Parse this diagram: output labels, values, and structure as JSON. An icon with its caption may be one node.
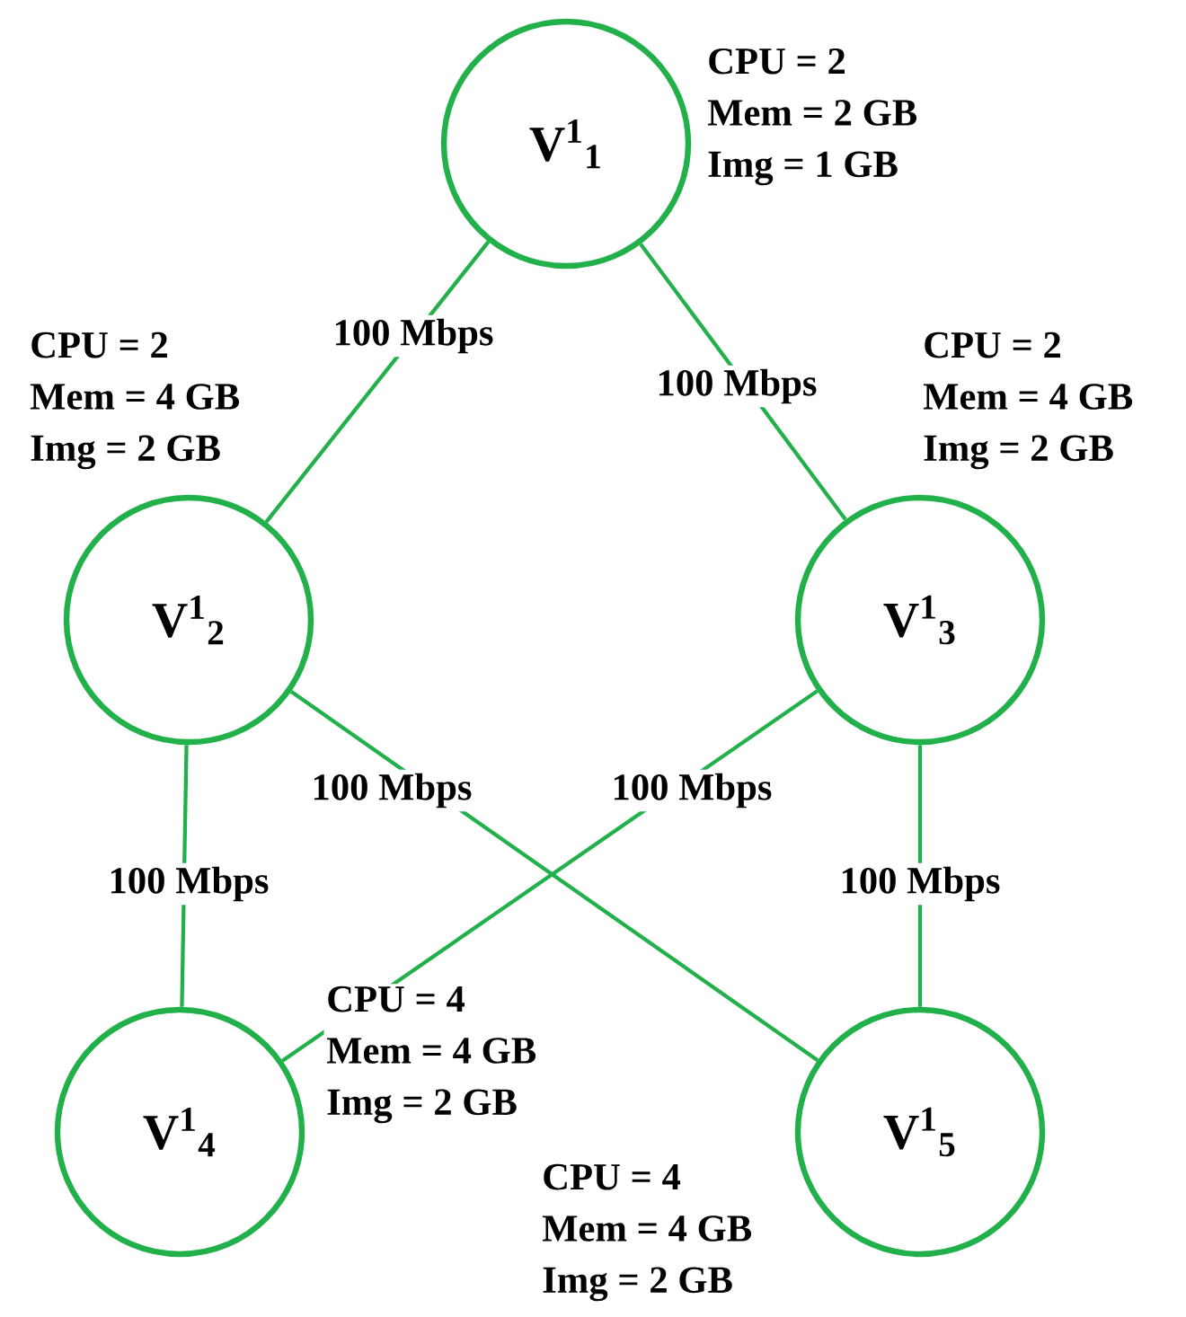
{
  "diagram": {
    "nodes": [
      {
        "text": [
          "V$^{1}$$_{1}$"
        ],
        "beside": [
          "CPU = 2",
          "Mem = 2 GB",
          "Img = 1 GB"
        ]
      },
      {
        "text": [
          "V$^{1}$$_{2}$"
        ],
        "beside": [
          "CPU = 2",
          "Mem = 4 GB",
          "Img = 2 GB"
        ]
      },
      {
        "text": [
          "V$^{1}$$_{3}$"
        ],
        "beside": [
          "CPU = 2",
          "Mem = 4 GB",
          "Img = 2 GB"
        ]
      },
      {
        "text": [
          "V$^{1}$$_{4}$"
        ],
        "beside": [
          "CPU = 4",
          "Mem = 4 GB",
          "Img = 2 GB"
        ]
      },
      {
        "text": [
          "V$^{1}$$_{5}$"
        ],
        "beside": [
          "CPU = 4",
          "Mem = 4 GB",
          "Img = 2 GB"
        ]
      }
    ],
    "edges": [
      {
        "from": 0,
        "to": 1,
        "arrow": "none",
        "label": "100 Mbps"
      },
      {
        "from": 0,
        "to": 2,
        "arrow": "none",
        "label": "100 Mbps"
      },
      {
        "from": 1,
        "to": 4,
        "arrow": "none",
        "label": "100 Mbps"
      },
      {
        "from": 2,
        "to": 3,
        "arrow": "none",
        "label": "100 Mbps"
      },
      {
        "from": 1,
        "to": 3,
        "arrow": "none",
        "label": "100 Mbps"
      },
      {
        "from": 2,
        "to": 4,
        "arrow": "none",
        "label": "100 Mbps"
      }
    ]
  }
}
